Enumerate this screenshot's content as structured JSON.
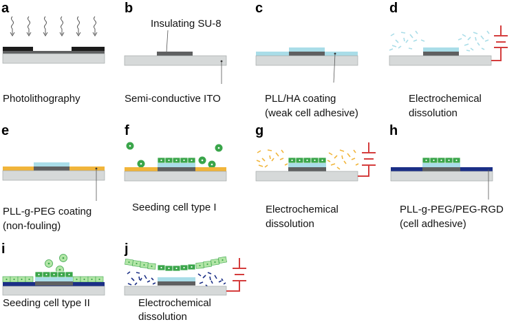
{
  "colors": {
    "substrate": "#d6d9d9",
    "substrate_edge": "#9aa0a0",
    "su8": "#5f6061",
    "mask": "#1b1b1b",
    "pll_ha": "#a9dde8",
    "pll_peg": "#f1b53a",
    "peg_rgd": "#1b2f86",
    "cell_type_1": "#3aa54a",
    "cell_type_2": "#b3e6a7",
    "wire": "#d43c3c"
  },
  "panels": [
    {
      "label": "a",
      "caption": [
        "Photolithography"
      ]
    },
    {
      "label": "b",
      "caption": [
        "Semi-conductive ITO"
      ],
      "annotation": "Insulating SU-8"
    },
    {
      "label": "c",
      "caption": [
        "PLL/HA coating",
        "(weak cell adhesive)"
      ]
    },
    {
      "label": "d",
      "caption": [
        "Electrochemical",
        "dissolution"
      ]
    },
    {
      "label": "e",
      "caption": [
        "PLL-g-PEG coating",
        "(non-fouling)"
      ]
    },
    {
      "label": "f",
      "caption": [
        "Seeding cell type I"
      ]
    },
    {
      "label": "g",
      "caption": [
        "Electrochemical",
        "dissolution"
      ]
    },
    {
      "label": "h",
      "caption": [
        "PLL-g-PEG/PEG-RGD",
        "(cell adhesive)"
      ]
    },
    {
      "label": "i",
      "caption": [
        "Seeding cell type II"
      ]
    },
    {
      "label": "j",
      "caption": [
        "Electrochemical",
        "dissolution"
      ]
    }
  ]
}
